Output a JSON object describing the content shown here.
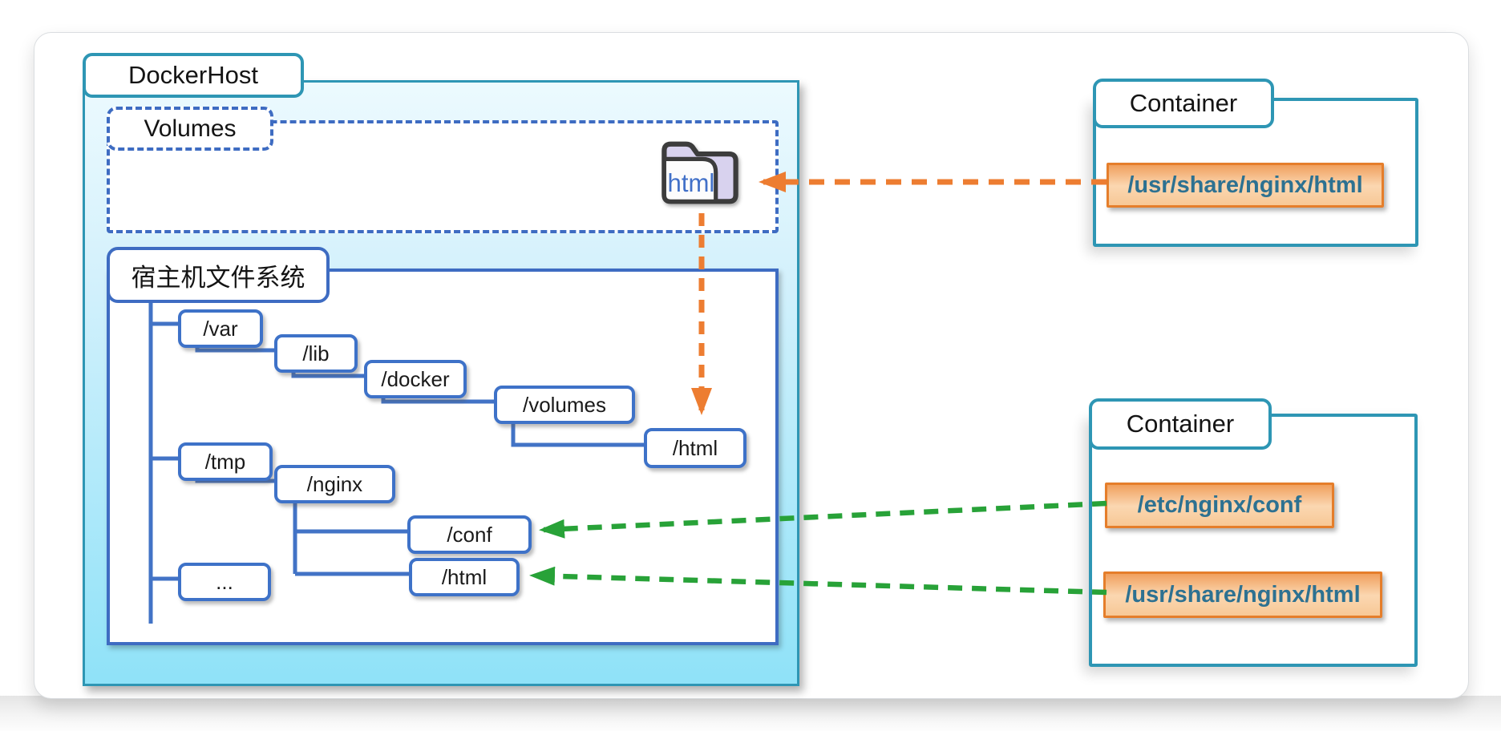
{
  "docker_host": {
    "label": "DockerHost",
    "volumes": {
      "label": "Volumes",
      "volume_folder_label": "html"
    },
    "filesystem": {
      "label": "宿主机文件系统",
      "nodes": {
        "var": "/var",
        "lib": "/lib",
        "docker": "/docker",
        "volumes": "/volumes",
        "html_under_volumes": "/html",
        "tmp": "/tmp",
        "nginx": "/nginx",
        "conf": "/conf",
        "html_under_nginx": "/html",
        "ellipsis": "..."
      }
    }
  },
  "containers": {
    "top": {
      "label": "Container",
      "mounts": {
        "html": "/usr/share/nginx/html"
      }
    },
    "bottom": {
      "label": "Container",
      "mounts": {
        "conf": "/etc/nginx/conf",
        "html": "/usr/share/nginx/html"
      }
    }
  },
  "colors": {
    "teal_border": "#2E96B4",
    "tree_blue": "#3E72C8",
    "dashed_blue": "#3E6CC2",
    "orange_arrow": "#ED7D31",
    "green_arrow": "#28A238",
    "mount_text": "#2D7191",
    "host_fill_top": "#ECFAFE",
    "host_fill_bottom": "#8FE2F8",
    "folder_back": "#D8D2EE",
    "folder_text_blue": "#4170C8"
  }
}
